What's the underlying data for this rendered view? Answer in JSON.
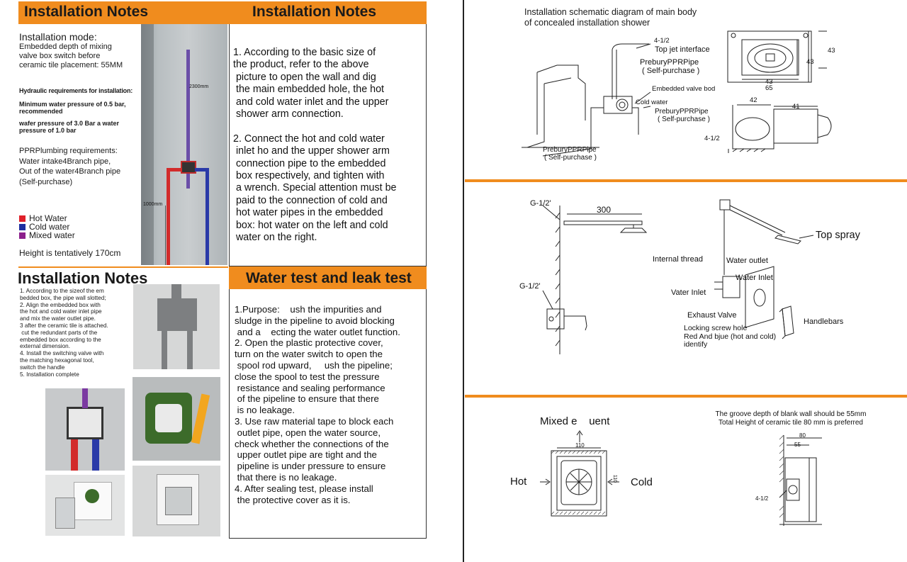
{
  "left": {
    "header_tl": "Installation Notes",
    "header_tr": "Installation Notes",
    "mode": {
      "title": "Installation mode:",
      "lines": [
        "Embedded depth of mixing",
        "valve box switch before",
        "ceramic tile placement: 55MM"
      ]
    },
    "hydraulic": {
      "title": "Hydraulic requirements for installation:",
      "lines": [
        "Minimum water pressure of 0.5 bar,",
        " recommended",
        "wafer pressure of 3.0 Bar a water",
        " pressure of 1.0 bar"
      ]
    },
    "ppr": {
      "lines": [
        "PPRPlumbing requirements:",
        "Water intake4Branch pipe,",
        "Out of the water4Branch pipe",
        "(Self-purchase)"
      ]
    },
    "legend": [
      {
        "label": "Hot Water",
        "color": "#e0202a"
      },
      {
        "label": "Cold water",
        "color": "#1f2fa0"
      },
      {
        "label": "Mixed water",
        "color": "#8b1f8b"
      }
    ],
    "height_note": "Height is tentatively 170cm",
    "photo_labels": {
      "top": "2300mm",
      "bottom": "1000mm"
    },
    "steps_top": [
      "1. According to the basic size of",
      "the product, refer to the above",
      " picture to open the wall and dig",
      " the main embedded hole, the hot",
      " and cold water inlet and the upper",
      " shower arm connection.",
      "",
      "2. Connect the hot and cold water",
      " inlet ho and the upper shower arm",
      " connection pipe to the embedded",
      " box respectively, and tighten with",
      " a wrench. Special attention must be",
      " paid to the connection of cold and",
      " hot water pipes in the embedded",
      " box: hot water on the left and cold",
      " water on the right."
    ],
    "header_bl": "Installation Notes",
    "header_br": "Water test and leak test",
    "steps_small": [
      "1. According to the sizeof the em",
      "bedded box, the pipe wall slotted;",
      "2. Align the embedded box with",
      "the hot and cold water inlet pipe",
      "and mix the water outlet pipe.",
      "3 after the ceramic tile is attached.",
      " cut the redundant parts of the",
      "embedded box according to the",
      "external dimension.",
      "4. Install the switching valve with",
      "the matching hexagonal tool,",
      "switch the handle",
      "5. Installation complete"
    ],
    "steps_test": [
      "1.Purpose:    ush the impurities and",
      "sludge in the pipeline to avoid blocking",
      " and a    ecting the water outlet function.",
      "2. Open the plastic protective cover,",
      "turn on the water switch to open the",
      " spool rod upward,     ush the pipeline;",
      "close the spool to test the pressure",
      " resistance and sealing performance",
      " of the pipeline to ensure that there",
      " is no leakage.",
      "3. Use raw material tape to block each",
      " outlet pipe, open the water source,",
      "check whether the connections of the",
      " upper outlet pipe are tight and the",
      " pipeline is under pressure to ensure",
      " that there is no leakage.",
      "4. After sealing test, please install",
      " the protective cover as it is."
    ]
  },
  "right": {
    "schematic_title": [
      "Installation schematic diagram of main body",
      "of concealed installation shower"
    ],
    "s1": {
      "top_jet_num": "4-1/2",
      "top_jet": "Top jet interface",
      "prebury1": [
        "PreburyPPRPipe",
        "( Self-purchase )"
      ],
      "embedded": "Embedded valve bod",
      "cold": "Cold water",
      "prebury2": [
        "PreburyPPRPipe",
        "( Self-purchase )"
      ],
      "prebury3": [
        "PreburyPPRPipe",
        "( Self-purchase )"
      ],
      "dim_43a": "43",
      "dim_43b": "43",
      "dim_43c": "43",
      "dim_65": "65",
      "dim_42": "42",
      "dim_41": "41",
      "dim_412": "4-1/2"
    },
    "s2": {
      "g1": "G-1/2'",
      "g2": "G-1/2'",
      "dim300": "300",
      "top_spray": "Top spray",
      "internal_thread": "Internal thread",
      "water_outlet": "Water outlet",
      "water_inlet": "Water Inlet",
      "vater_inlet": "Vater Inlet",
      "exhaust": "Exhaust Valve",
      "handlebars": "Handlebars",
      "locking": [
        "Locking screw hole",
        "Red And bjue (hot and cold)",
        "identify"
      ]
    },
    "s3": {
      "mixed": "Mixed e    uent",
      "hot": "Hot",
      "cold": "Cold",
      "dim110": "110",
      "dim110v": "110",
      "groove": [
        "The groove depth of blank wall should be 55mm",
        "Total Height of ceramic tile 80 mm is preferred"
      ],
      "dim80": "80",
      "dim55": "55",
      "dim412": "4-1/2"
    }
  },
  "colors": {
    "accent": "#f08c1e",
    "hot": "#e0202a",
    "cold": "#1f2fa0",
    "mixed": "#8b1f8b"
  }
}
